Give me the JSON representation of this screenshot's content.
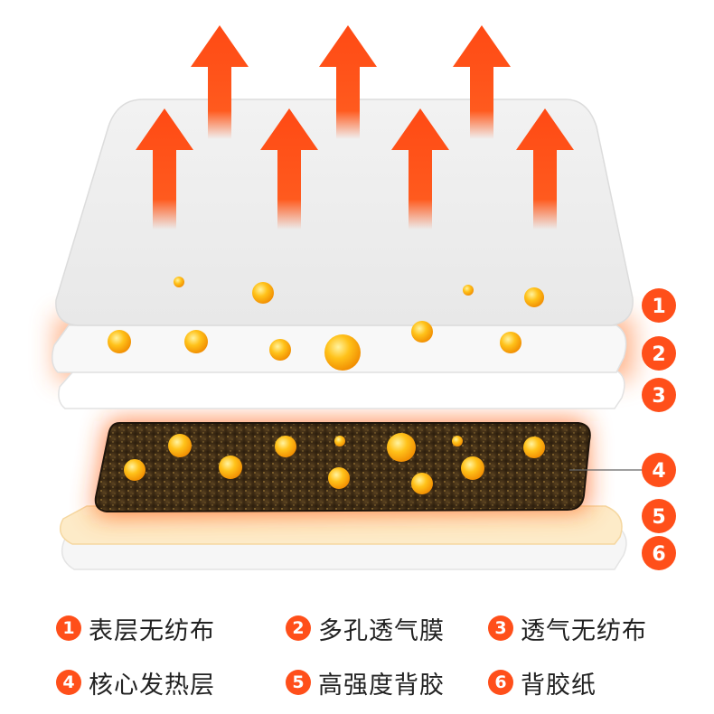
{
  "colors": {
    "accent": "#ff4f1a",
    "particle": "#ffc21a",
    "core": "#3a2a14"
  },
  "layers": [
    {
      "num": "1",
      "label": "表层无纺布"
    },
    {
      "num": "2",
      "label": "多孔透气膜"
    },
    {
      "num": "3",
      "label": "透气无纺布"
    },
    {
      "num": "4",
      "label": "核心发热层"
    },
    {
      "num": "5",
      "label": "高强度背胶"
    },
    {
      "num": "6",
      "label": "背胶纸"
    }
  ],
  "icons": {
    "arrow": "heat-arrow-icon",
    "particle": "heat-particle-icon"
  }
}
